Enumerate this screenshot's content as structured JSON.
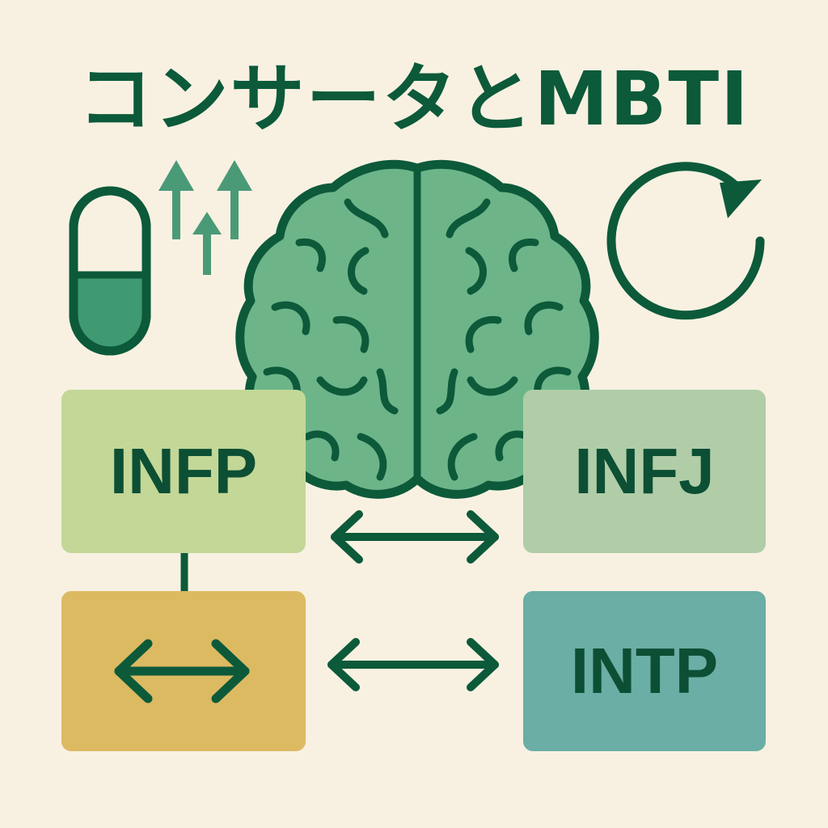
{
  "title": "コンサータとMBTI",
  "boxes": {
    "infp": "INFP",
    "infj": "INFJ",
    "intp": "INTP"
  },
  "colors": {
    "background": "#f8f1e2",
    "dark_green": "#0c5a3a",
    "brain_green": "#6db589",
    "arrow_green": "#4a9a78",
    "infp_box": "#c3d797",
    "infj_box": "#b0cda8",
    "mid_box": "#dcba62",
    "intp_box": "#6aaea5"
  },
  "icons": [
    "capsule-icon",
    "up-arrows-icon",
    "brain-icon",
    "refresh-icon",
    "double-arrow-icon"
  ]
}
